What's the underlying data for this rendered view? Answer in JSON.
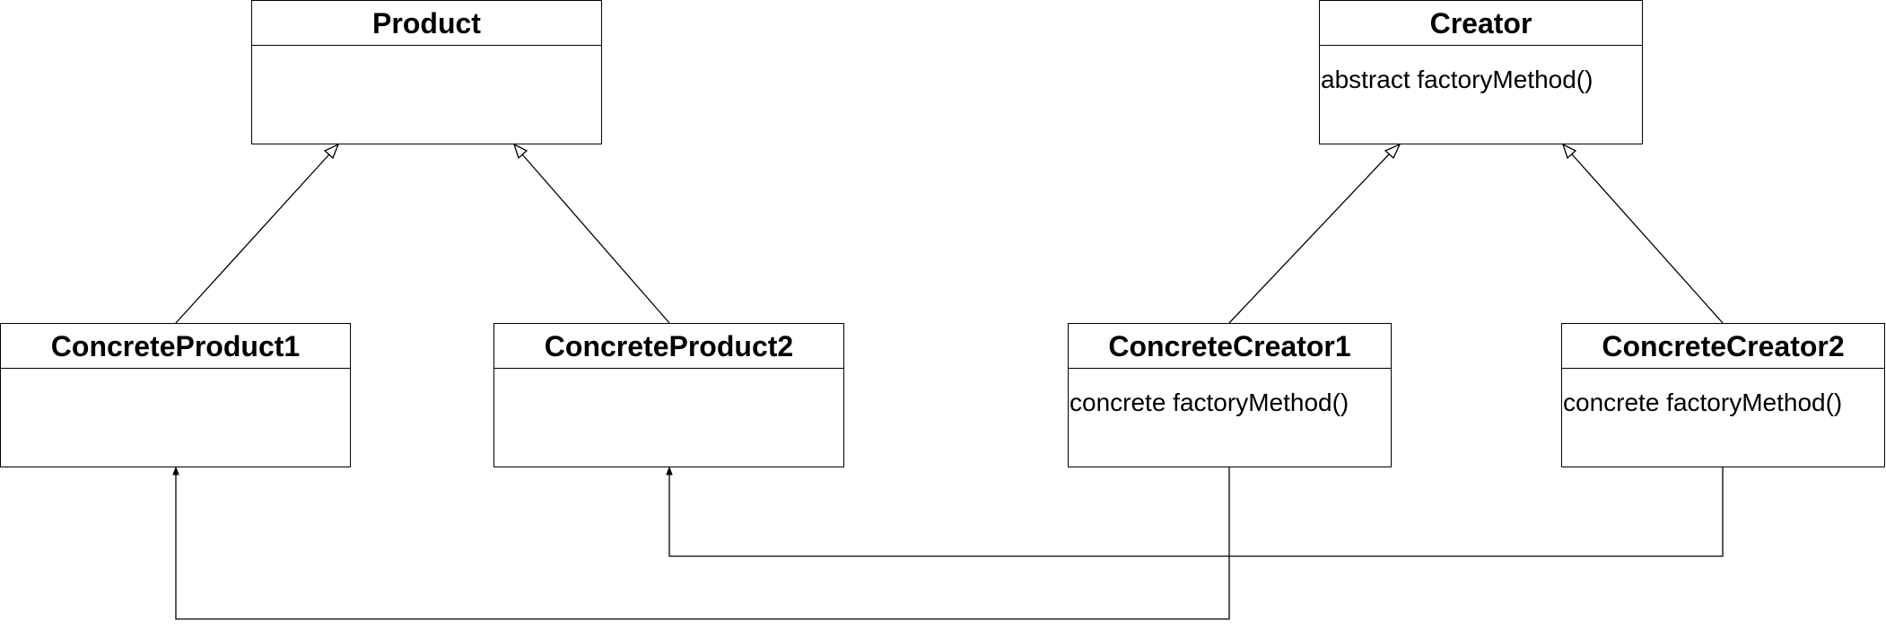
{
  "classes": {
    "product": {
      "name": "Product",
      "operations": []
    },
    "creator": {
      "name": "Creator",
      "operations": [
        "abstract factoryMethod()"
      ]
    },
    "concrete_product_1": {
      "name": "ConcreteProduct1",
      "operations": []
    },
    "concrete_product_2": {
      "name": "ConcreteProduct2",
      "operations": []
    },
    "concrete_creator_1": {
      "name": "ConcreteCreator1",
      "operations": [
        "concrete factoryMethod()"
      ]
    },
    "concrete_creator_2": {
      "name": "ConcreteCreator2",
      "operations": [
        "concrete factoryMethod()"
      ]
    }
  },
  "relationships": [
    {
      "type": "generalization",
      "from": "ConcreteProduct1",
      "to": "Product"
    },
    {
      "type": "generalization",
      "from": "ConcreteProduct2",
      "to": "Product"
    },
    {
      "type": "generalization",
      "from": "ConcreteCreator1",
      "to": "Creator"
    },
    {
      "type": "generalization",
      "from": "ConcreteCreator2",
      "to": "Creator"
    },
    {
      "type": "dependency",
      "from": "ConcreteCreator1",
      "to": "ConcreteProduct1"
    },
    {
      "type": "dependency",
      "from": "ConcreteCreator2",
      "to": "ConcreteProduct2"
    }
  ],
  "colors": {
    "stroke": "#000000",
    "fill": "#ffffff"
  }
}
